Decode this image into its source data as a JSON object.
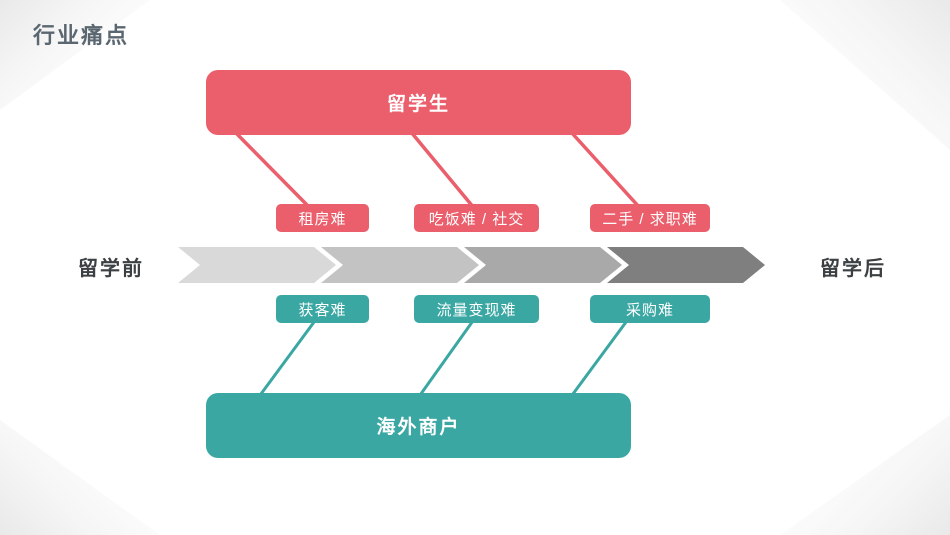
{
  "slide": {
    "title": "行业痛点",
    "title_color": "#5B6770",
    "timeline": {
      "left_label": "留学前",
      "right_label": "留学后",
      "label_color": "#3C4043",
      "segments": [
        "#D9D9D9",
        "#C3C3C3",
        "#A9A9A9",
        "#7F7F7F"
      ]
    },
    "students": {
      "label": "留学生",
      "color": "#EB5E6B",
      "pain_points": [
        "租房难",
        "吃饭难 / 社交",
        "二手 / 求职难"
      ]
    },
    "merchants": {
      "label": "海外商户",
      "color": "#3AA7A3",
      "pain_points": [
        "获客难",
        "流量变现难",
        "采购难"
      ]
    }
  }
}
